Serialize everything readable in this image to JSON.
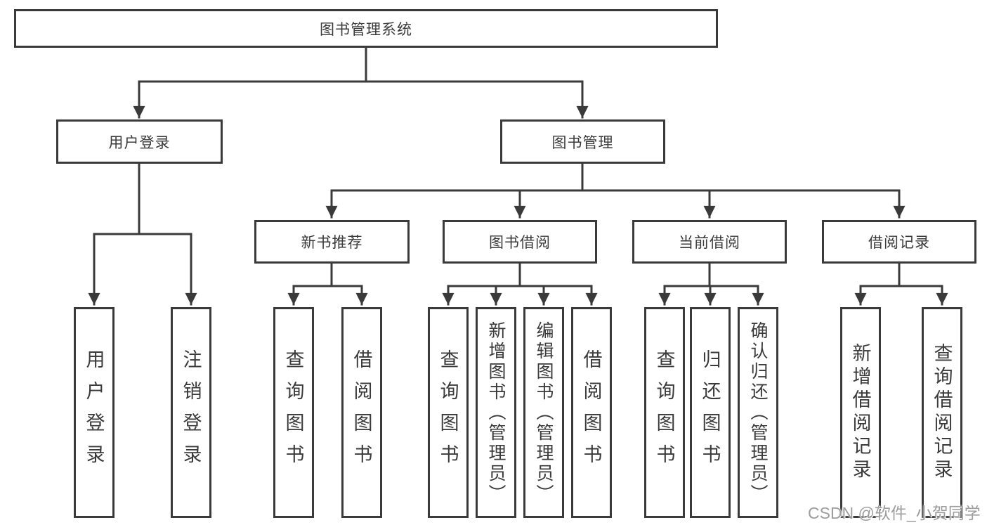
{
  "chart_data": {
    "type": "tree-diagram",
    "orientation": "top-down",
    "edges_have_arrowheads": true
  },
  "diagram": {
    "root": {
      "label": "图书管理系统"
    },
    "level1": [
      {
        "label": "用户登录",
        "parent": "图书管理系统"
      },
      {
        "label": "图书管理",
        "parent": "图书管理系统"
      }
    ],
    "level2": [
      {
        "label": "新书推荐",
        "parent": "图书管理"
      },
      {
        "label": "图书借阅",
        "parent": "图书管理"
      },
      {
        "label": "当前借阅",
        "parent": "图书管理"
      },
      {
        "label": "借阅记录",
        "parent": "图书管理"
      }
    ],
    "leaves": [
      {
        "label": "用户登录",
        "parent": "用户登录"
      },
      {
        "label": "注销登录",
        "parent": "用户登录"
      },
      {
        "label": "查询图书",
        "parent": "新书推荐"
      },
      {
        "label": "借阅图书",
        "parent": "新书推荐"
      },
      {
        "label": "查询图书",
        "parent": "图书借阅"
      },
      {
        "label": "新增图书（管理员）",
        "parent": "图书借阅"
      },
      {
        "label": "编辑图书（管理员）",
        "parent": "图书借阅"
      },
      {
        "label": "借阅图书",
        "parent": "图书借阅"
      },
      {
        "label": "查询图书",
        "parent": "当前借阅"
      },
      {
        "label": "归还图书",
        "parent": "当前借阅"
      },
      {
        "label": "确认归还（管理员）",
        "parent": "当前借阅"
      },
      {
        "label": "新增借阅记录",
        "parent": "借阅记录"
      },
      {
        "label": "查询借阅记录",
        "parent": "借阅记录"
      }
    ]
  },
  "watermark": {
    "text": "CSDN @软件_小贺同学"
  },
  "colors": {
    "line": "#3a3a3a",
    "box_border": "#3a3a3a",
    "box_fill": "#ffffff",
    "text": "#3a3a3a",
    "watermark": "#9d9d9d",
    "background": "#ffffff"
  }
}
